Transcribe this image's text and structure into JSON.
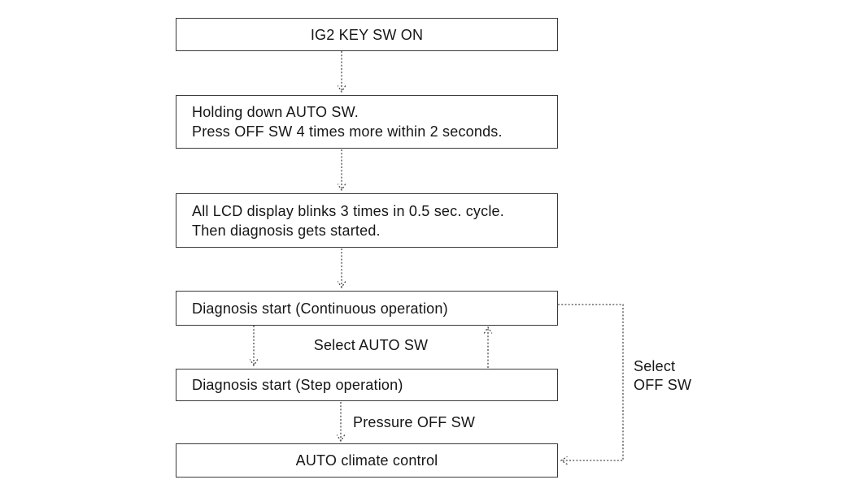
{
  "flowchart": {
    "title_hint": "AUTO climate control self-diagnosis flow",
    "colors": {
      "background": "#ffffff",
      "line": "#4a4a4a",
      "box_border": "#3a3a3a",
      "text": "#161616"
    },
    "boxes": [
      {
        "id": "ig2-key-sw-on",
        "lines": [
          "IG2 KEY SW ON"
        ]
      },
      {
        "id": "holding-auto-sw",
        "lines": [
          "Holding down AUTO SW.",
          "Press OFF SW 4 times more within 2 seconds."
        ]
      },
      {
        "id": "lcd-blinks",
        "lines": [
          "All LCD display blinks 3 times in 0.5 sec. cycle.",
          "Then diagnosis gets started."
        ]
      },
      {
        "id": "diagnosis-continuous",
        "lines": [
          "Diagnosis start (Continuous operation)"
        ]
      },
      {
        "id": "diagnosis-step",
        "lines": [
          "Diagnosis start (Step operation)"
        ]
      },
      {
        "id": "auto-climate-control",
        "lines": [
          "AUTO climate control"
        ]
      }
    ],
    "edge_labels": {
      "select_auto_sw": "Select AUTO SW",
      "pressure_off_sw": "Pressure OFF SW",
      "select_off_sw_line1": "Select",
      "select_off_sw_line2": "OFF SW"
    }
  }
}
